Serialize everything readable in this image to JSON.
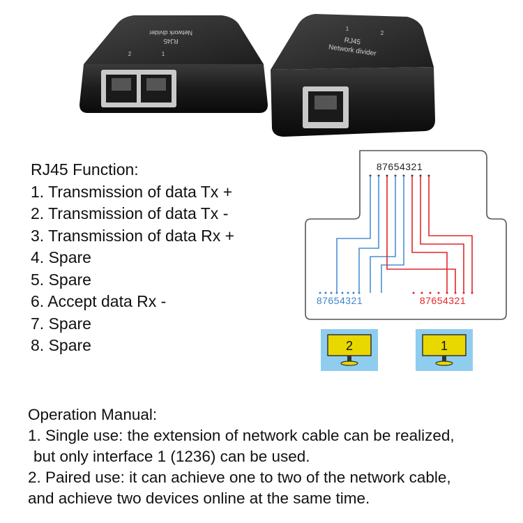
{
  "product": {
    "left_unit_label_top": "Network divider",
    "left_unit_label_bottom": "RJ45",
    "right_unit_label_top": "RJ45",
    "right_unit_label_bottom": "Network divider",
    "port_1": "1",
    "port_2": "2"
  },
  "function": {
    "title": "RJ45 Function:",
    "items": [
      "1. Transmission of data Tx +",
      "2. Transmission of data Tx -",
      "3. Transmission of data Rx +",
      "4. Spare",
      "5. Spare",
      "6. Accept data Rx -",
      "7. Spare",
      "8. Spare"
    ]
  },
  "diagram": {
    "top_pins": "87654321",
    "left_pins": "87654321",
    "right_pins": "87654321",
    "monitor_left": "2",
    "monitor_right": "1",
    "colors": {
      "blue": "#4a8fd4",
      "red": "#e0262b",
      "outline": "#555555",
      "screen": "#e8d800",
      "panel": "#8fcdef"
    }
  },
  "manual": {
    "title": "Operation Manual:",
    "lines": [
      "1. Single use: the extension of network cable can be realized,",
      "but only interface 1 (1236) can be used.",
      "2. Paired use: it can achieve one to two of the network cable,",
      "and achieve two devices online at the same time."
    ]
  }
}
